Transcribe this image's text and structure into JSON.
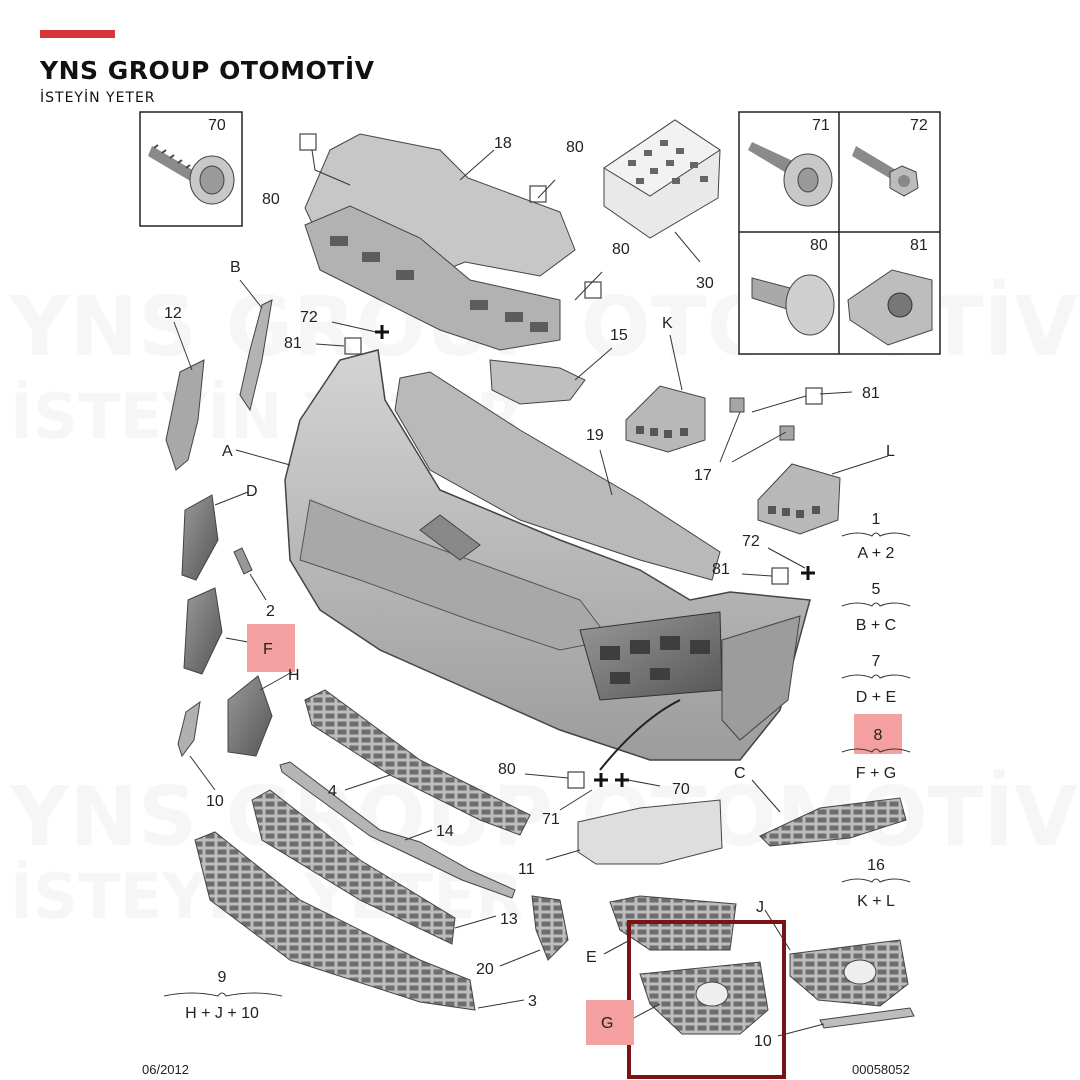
{
  "brand": {
    "title": "YNS GROUP OTOMOTİV",
    "subtitle": "İSTEYİN YETER",
    "accent_color": "#d9343a",
    "watermark_title": "YNS GROUP OTOMOTİV",
    "watermark_subtitle": "İSTEYİN YETER"
  },
  "inset_parts": [
    {
      "id": "70",
      "label": "70",
      "icon": "screw-icon"
    },
    {
      "id": "71",
      "label": "71",
      "icon": "clip-screw-icon"
    },
    {
      "id": "72",
      "label": "72",
      "icon": "hex-screw-icon"
    },
    {
      "id": "80",
      "label": "80",
      "icon": "expansion-clip-icon"
    },
    {
      "id": "81",
      "label": "81",
      "icon": "bracket-nut-icon"
    }
  ],
  "part_labels": {
    "n18": "18",
    "n80a": "80",
    "n80b": "80",
    "n80c": "80",
    "n30": "30",
    "nB": "B",
    "n12": "12",
    "n72a": "72",
    "n81a": "81",
    "n15": "15",
    "nK": "K",
    "n81b": "81",
    "nA": "A",
    "n19": "19",
    "n17": "17",
    "nL": "L",
    "nD": "D",
    "n72b": "72",
    "n81c": "81",
    "n2": "2",
    "nF": "F",
    "nH": "H",
    "n10a": "10",
    "n4": "4",
    "n80d": "80",
    "n70": "70",
    "n71": "71",
    "nC": "C",
    "n14": "14",
    "n11": "11",
    "n13": "13",
    "nJ": "J",
    "nE": "E",
    "n20": "20",
    "n3": "3",
    "nG": "G",
    "n10b": "10"
  },
  "kits": [
    {
      "number": "1",
      "formula": "A + 2"
    },
    {
      "number": "5",
      "formula": "B + C"
    },
    {
      "number": "7",
      "formula": "D + E"
    },
    {
      "number": "8",
      "formula": "F + G"
    },
    {
      "number": "16",
      "formula": "K + L"
    },
    {
      "number": "9",
      "formula": "H + J + 10"
    }
  ],
  "highlighted_labels": [
    "F",
    "8",
    "G"
  ],
  "highlight_color": "#f4a0a0",
  "selection_frame_color": "#7a1414",
  "footer": {
    "date": "06/2012",
    "code": "00058052"
  }
}
